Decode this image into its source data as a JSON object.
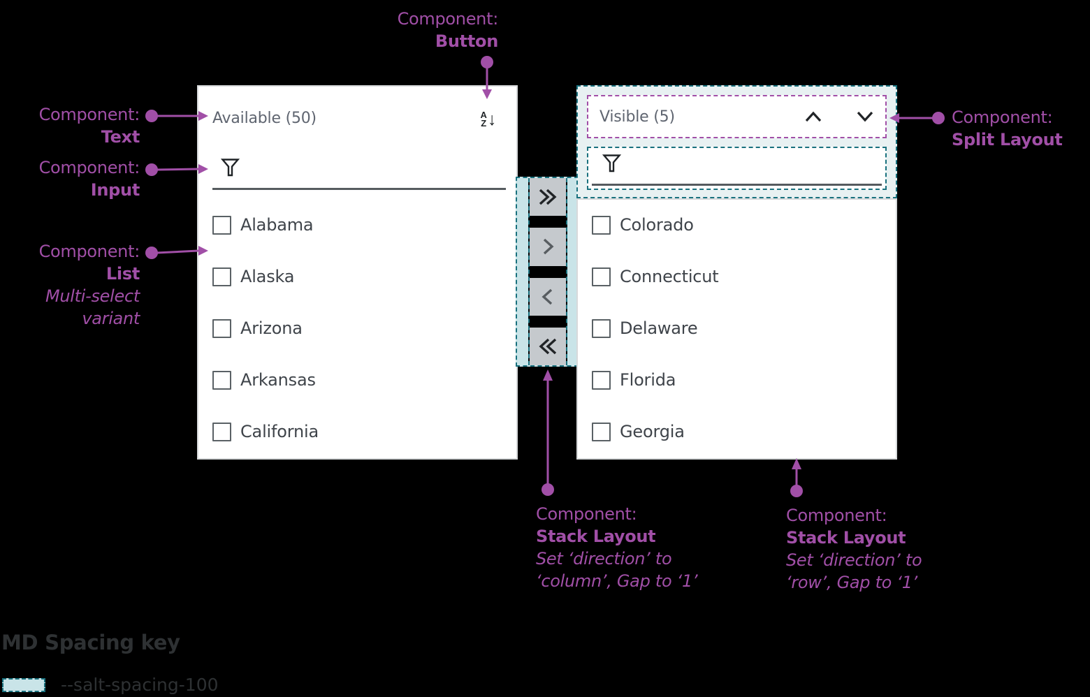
{
  "annotations": {
    "button": {
      "prefix": "Component:",
      "name": "Button"
    },
    "text": {
      "prefix": "Component:",
      "name": "Text"
    },
    "input": {
      "prefix": "Component:",
      "name": "Input"
    },
    "list": {
      "prefix": "Component:",
      "name": "List",
      "variant_line1": "Multi-select",
      "variant_line2": "variant"
    },
    "split_layout": {
      "prefix": "Component:",
      "name": "Split Layout"
    },
    "stack_column": {
      "prefix": "Component:",
      "name": "Stack Layout",
      "note_line1": "Set ‘direction’ to",
      "note_line2": "‘column’, Gap to ‘1’"
    },
    "stack_row": {
      "prefix": "Component:",
      "name": "Stack Layout",
      "note_line1": "Set ‘direction’ to",
      "note_line2": "‘row’, Gap to ‘1’"
    }
  },
  "left_panel": {
    "title": "Available (50)",
    "sort_button": {
      "icon": "az-sort-descending-icon",
      "letter_top": "A",
      "letter_bottom": "Z",
      "arrow_glyph": "↓"
    },
    "filter": {
      "icon": "filter-funnel-icon",
      "value": "",
      "placeholder": ""
    },
    "items": [
      {
        "label": "Alabama",
        "checked": false
      },
      {
        "label": "Alaska",
        "checked": false
      },
      {
        "label": "Arizona",
        "checked": false
      },
      {
        "label": "Arkansas",
        "checked": false
      },
      {
        "label": "California",
        "checked": false
      }
    ]
  },
  "right_panel": {
    "title": "Visible (5)",
    "move_up_button": {
      "icon": "chevron-up-icon"
    },
    "move_down_button": {
      "icon": "chevron-down-icon"
    },
    "filter": {
      "icon": "filter-funnel-icon",
      "value": "",
      "placeholder": ""
    },
    "items": [
      {
        "label": "Colorado",
        "checked": false
      },
      {
        "label": "Connecticut",
        "checked": false
      },
      {
        "label": "Delaware",
        "checked": false
      },
      {
        "label": "Florida",
        "checked": false
      },
      {
        "label": "Georgia",
        "checked": false
      }
    ]
  },
  "transfer_buttons": [
    {
      "icon": "double-chevron-right-icon",
      "enabled": true
    },
    {
      "icon": "chevron-right-icon",
      "enabled": false
    },
    {
      "icon": "chevron-left-icon",
      "enabled": false
    },
    {
      "icon": "double-chevron-left-icon",
      "enabled": true
    }
  ],
  "spacing_key": {
    "title": "MD Spacing key",
    "token": "--salt-spacing-100"
  },
  "colors": {
    "annotation_purple": "#a14fa7",
    "spacing_teal_border": "#19717e",
    "spacing_teal_fill": "#c9e4e8",
    "spacing_teal_fill_light": "#e8f1f2",
    "panel_background": "#ffffff",
    "button_gray": "#c5c9cd",
    "text_dark": "#3f444a",
    "title_gray": "#5f6570"
  }
}
